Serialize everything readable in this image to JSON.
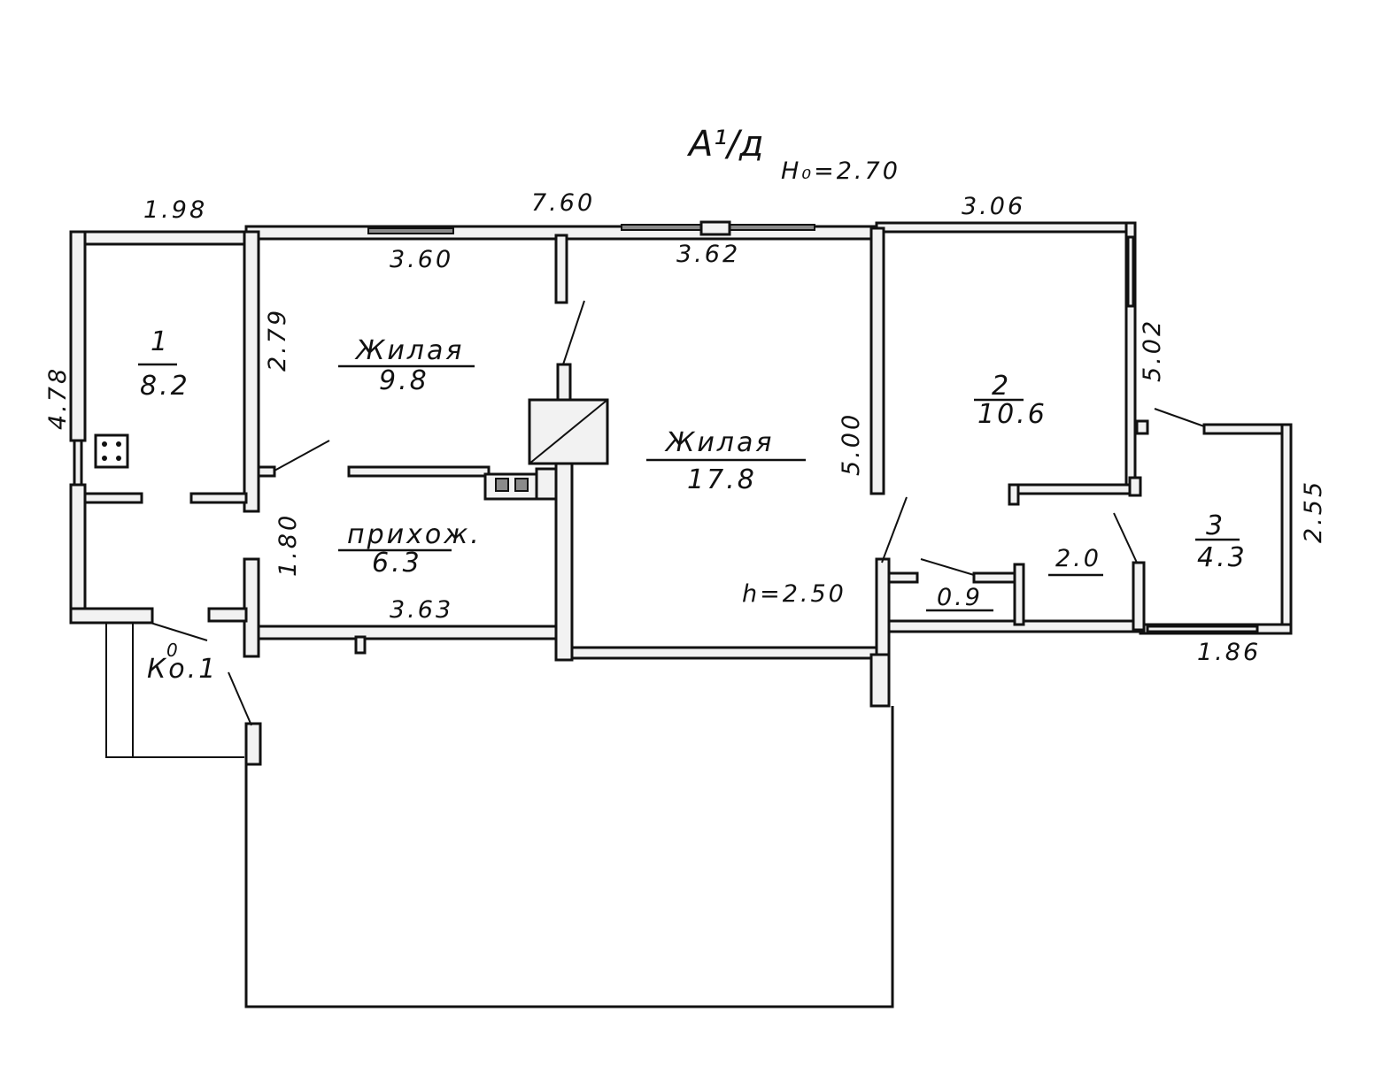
{
  "plan": {
    "title": "А¹/д",
    "height_main": "H₀=2.70",
    "height_kitchen_block": "h=2.50",
    "porch_label": "Ко.1",
    "porch_sup": "0"
  },
  "rooms": [
    {
      "id": "1",
      "number": "1",
      "area": "8.2"
    },
    {
      "id": "zhilaya-1",
      "name": "Жилая",
      "area": "9.8"
    },
    {
      "id": "zhilaya-2",
      "name": "Жилая",
      "area": "17.8"
    },
    {
      "id": "prikhozh",
      "name": "прихож.",
      "area": "6.3"
    },
    {
      "id": "2",
      "number": "2",
      "area": "10.6"
    },
    {
      "id": "3",
      "number": "3",
      "area": "4.3"
    },
    {
      "id": "small-a",
      "area": "2.0"
    },
    {
      "id": "small-b",
      "area": "0.9"
    }
  ],
  "dimensions": {
    "d_198": "1.98",
    "d_760": "7.60",
    "d_306": "3.06",
    "d_360": "3.60",
    "d_362": "3.62",
    "d_279": "2.79",
    "d_478": "4.78",
    "d_500": "5.00",
    "d_502": "5.02",
    "d_255": "2.55",
    "d_180": "1.80",
    "d_363": "3.63",
    "d_186": "1.86"
  }
}
